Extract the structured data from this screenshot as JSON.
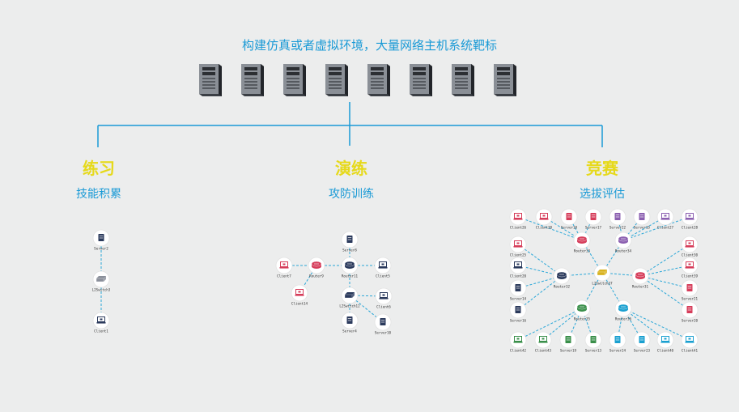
{
  "header": {
    "title": "构建仿真或者虚拟环境，大量网络主机系统靶标"
  },
  "servers": {
    "count": 8,
    "icon": "server-tower-icon"
  },
  "colors": {
    "accent": "#1a9ad6",
    "highlight": "#e6d91a",
    "link": "#2aa7d8"
  },
  "modes": [
    {
      "title": "练习",
      "subtitle": "技能积累"
    },
    {
      "title": "演练",
      "subtitle": "攻防训练"
    },
    {
      "title": "竞赛",
      "subtitle": "选拔评估"
    }
  ],
  "practice_nodes": {
    "server": "Server2",
    "switch": "L2Switch3",
    "client": "Client1"
  },
  "drill_nodes": {
    "server_top": "Server8",
    "router_left": "Router9",
    "router_center": "Router11",
    "client_left": "Client7",
    "client_right": "Client5",
    "client_bottom_left": "Client14",
    "switch": "L2Switch12",
    "client_right2": "Client6",
    "server_bottom": "Server4",
    "server_bottom_right": "Server10"
  },
  "contest_nodes": {
    "top_row": [
      "Client26",
      "Client38",
      "Server18",
      "Server17",
      "Server22",
      "Server15",
      "Client27",
      "Client28"
    ],
    "bottom_row": [
      "Client42",
      "Client43",
      "Server19",
      "Server13",
      "Server24",
      "Server23",
      "Client40",
      "Client41"
    ],
    "left_col": [
      "Client25",
      "Client20",
      "Server14",
      "Server16"
    ],
    "right_col": [
      "Client30",
      "Client39",
      "Server21",
      "Server20"
    ],
    "routers": [
      "Router33",
      "Router34",
      "Router32",
      "Router31",
      "Router35",
      "Router36"
    ],
    "core": "L2Switch37"
  }
}
